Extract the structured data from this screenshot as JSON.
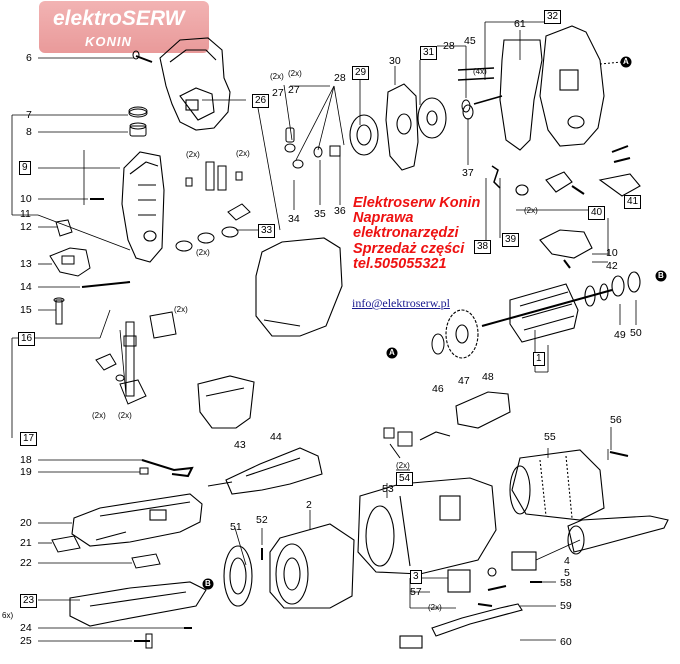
{
  "logo": {
    "line1": "elektroSERW",
    "line2": "KONIN"
  },
  "promo": {
    "lines": [
      "Elektroserw Konin",
      "Naprawa",
      "elektronarzędzi",
      "Sprzedaż części",
      "tel.505055321"
    ],
    "email": "info@elektroserw.pl"
  },
  "colors": {
    "promo_text": "#ee1111",
    "logo_bg": "#f2b3b3",
    "email_text": "#1a1a8f"
  },
  "part_numbers": [
    "1",
    "2",
    "3",
    "4",
    "5",
    "6",
    "7",
    "8",
    "9",
    "10",
    "11",
    "12",
    "13",
    "14",
    "15",
    "16",
    "17",
    "18",
    "19",
    "20",
    "21",
    "22",
    "23",
    "24",
    "25",
    "26",
    "27",
    "28",
    "29",
    "30",
    "31",
    "32",
    "33",
    "34",
    "35",
    "36",
    "37",
    "38",
    "39",
    "40",
    "41",
    "42",
    "43",
    "44",
    "45",
    "46",
    "47",
    "48",
    "49",
    "50",
    "51",
    "52",
    "53",
    "54",
    "55",
    "56",
    "57",
    "58",
    "59",
    "60",
    "61"
  ],
  "labels": {
    "n1": "1",
    "n2": "2",
    "n3": "3",
    "n4": "4",
    "n5": "5",
    "n6": "6",
    "n7": "7",
    "n8": "8",
    "n9": "9",
    "n10": "10",
    "n10b": "10",
    "n11": "11",
    "n12": "12",
    "n13": "13",
    "n14": "14",
    "n15": "15",
    "n16": "16",
    "n17": "17",
    "n18": "18",
    "n19": "19",
    "n20": "20",
    "n21": "21",
    "n22": "22",
    "n23": "23",
    "n24": "24",
    "n25": "25",
    "n26": "26",
    "n27a": "27",
    "n27b": "27",
    "n28a": "28",
    "n28b": "28",
    "n29": "29",
    "n30": "30",
    "n31": "31",
    "n32": "32",
    "n33": "33",
    "n34": "34",
    "n35": "35",
    "n36": "36",
    "n37": "37",
    "n38": "38",
    "n39": "39",
    "n40": "40",
    "n41": "41",
    "n42": "42",
    "n43": "43",
    "n44": "44",
    "n45": "45",
    "n46": "46",
    "n47": "47",
    "n48": "48",
    "n49": "49",
    "n50": "50",
    "n51": "51",
    "n52": "52",
    "n53": "53",
    "n54": "54",
    "n55": "55",
    "n56": "56",
    "n57": "57",
    "n58": "58",
    "n59": "59",
    "n60": "60",
    "n61": "61"
  },
  "qty_notes": {
    "two_x": "(2x)",
    "four_x": "(4x)",
    "six_x": "6x)"
  },
  "connector_markers": {
    "a": "A",
    "b": "B"
  }
}
